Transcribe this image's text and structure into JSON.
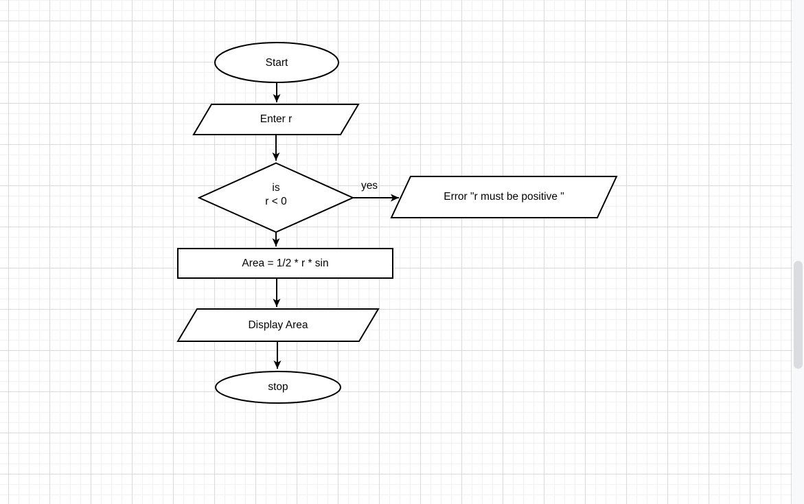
{
  "canvas": {
    "background_color": "#ffffff",
    "grid_minor_color": "#f2f2f2",
    "grid_major_color": "#d9d9d9"
  },
  "flowchart": {
    "nodes": {
      "start": {
        "shape": "ellipse",
        "label": "Start"
      },
      "enter_r": {
        "shape": "parallelogram",
        "label": "Enter r"
      },
      "decision": {
        "shape": "diamond",
        "label_line1": "is",
        "label_line2": "r < 0"
      },
      "error": {
        "shape": "parallelogram",
        "label": "Error \"r must be positive \""
      },
      "area": {
        "shape": "rectangle",
        "label": "Area = 1/2 * r * sin"
      },
      "display": {
        "shape": "parallelogram",
        "label": "Display Area"
      },
      "stop": {
        "shape": "ellipse",
        "label": "stop"
      }
    },
    "edges": {
      "decision_to_error": {
        "label": "yes"
      }
    },
    "style": {
      "node_fill": "#ffffff",
      "node_stroke": "#000000",
      "text_color": "#000000"
    }
  },
  "scrollbar": {
    "track_color": "#f8f9fa",
    "thumb_color": "#dadce0"
  }
}
